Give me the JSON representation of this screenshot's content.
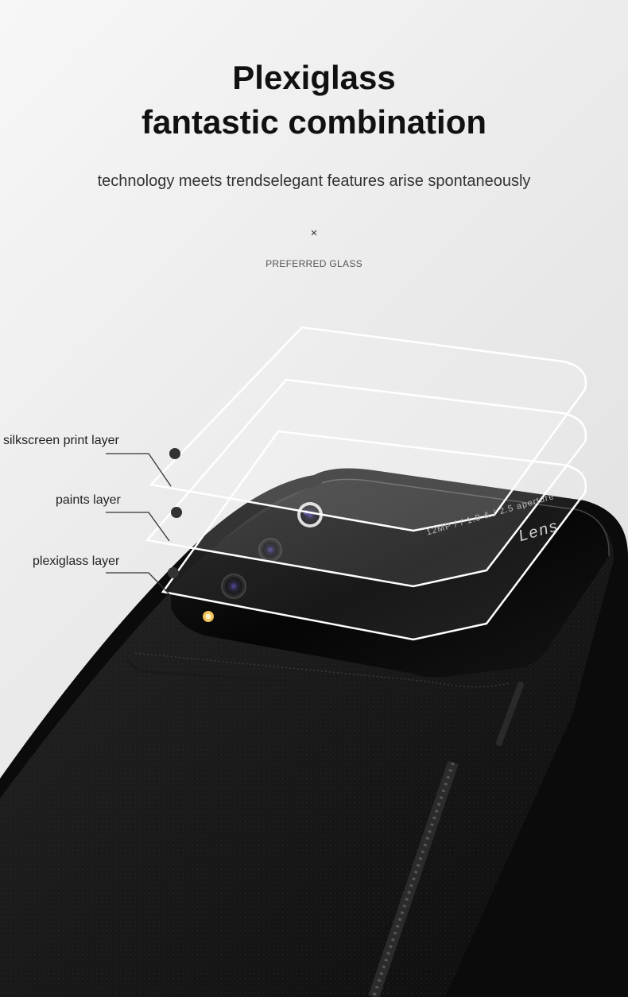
{
  "heading": {
    "line1": "Plexiglass",
    "line2": "fantastic combination"
  },
  "subtitle": {
    "part1": "technology meets trends",
    "part2": "elegant features arise spontaneously"
  },
  "cross_symbol": "×",
  "preferred_label": "PREFERRED GLASS",
  "layer_labels": {
    "silkscreen": "silkscreen print layer",
    "paints": "paints layer",
    "plexiglass": "plexiglass layer"
  },
  "phone_print": {
    "lens_word": "Lens",
    "spec_line": "12MP / / 1.8 & / 2.5 aperture"
  },
  "colors": {
    "background": "#eaeaea",
    "phone_body": "#0d0d0d",
    "glass_line": "#ffffff",
    "leader_line": "#333333"
  }
}
